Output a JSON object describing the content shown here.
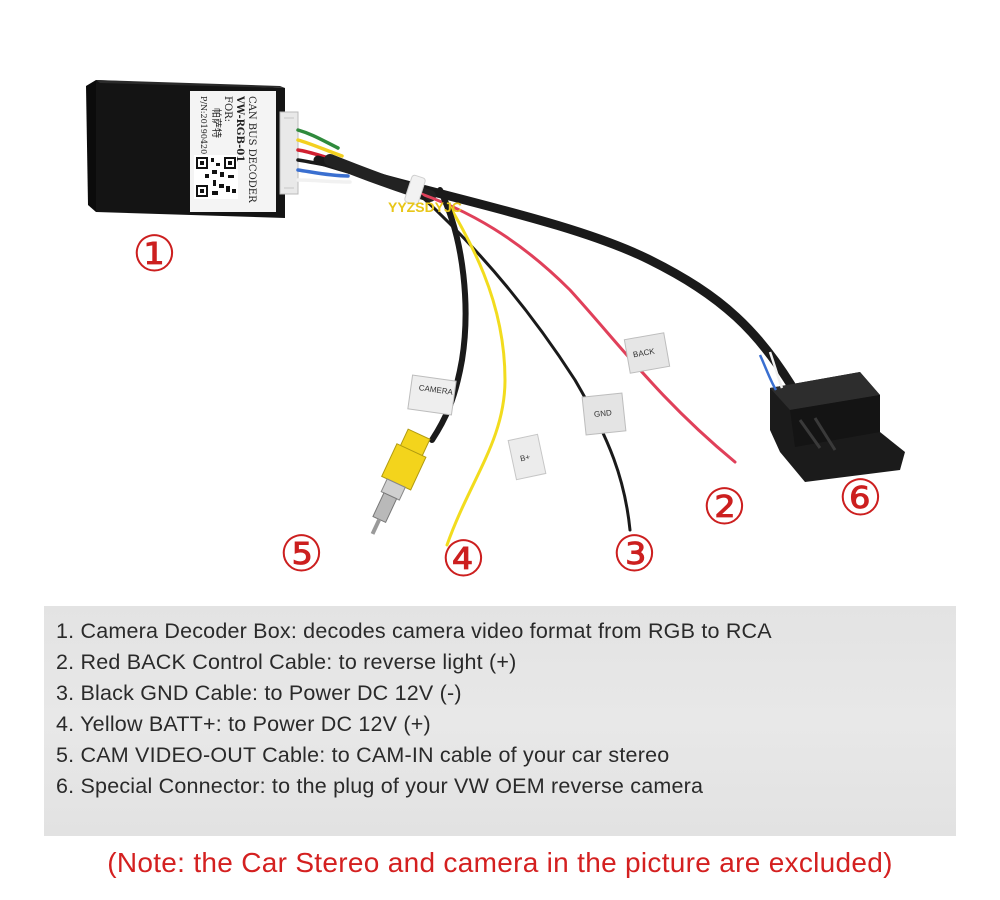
{
  "colors": {
    "label_red": "#cc1f1f",
    "note_red": "#d42020",
    "panel_gray": "#e5e5e5",
    "wire_black": "#1a1a1a",
    "wire_red": "#e0405a",
    "wire_yellow": "#f2dc1e",
    "rca_yellow": "#f3d41c",
    "watermark_yellow": "#e8c619",
    "watermark_blue": "#3a55d9"
  },
  "photo": {
    "decoder_box": {
      "label_lines": [
        "CAN BUS DECODER",
        "VW-RGB-01",
        "FOR:",
        "帕萨特",
        "P/N:20190420"
      ]
    },
    "watermark": "YYZSDYJC",
    "wire_tags": {
      "camera": "CAMERA",
      "batt": "B+",
      "gnd": "GND",
      "back": "BACK"
    },
    "number_labels": [
      "①",
      "②",
      "③",
      "④",
      "⑤",
      "⑥"
    ]
  },
  "caption": {
    "items": [
      "1. Camera Decoder Box: decodes camera video format from RGB to RCA",
      "2. Red BACK Control Cable: to reverse light (+)",
      "3. Black GND Cable: to Power DC 12V (-)",
      "4. Yellow BATT+: to Power DC 12V (+)",
      "5. CAM VIDEO-OUT Cable: to CAM-IN cable of your car stereo",
      "6. Special Connector: to the plug of your VW OEM reverse camera"
    ]
  },
  "note": "(Note: the Car Stereo and camera in the picture are excluded)"
}
